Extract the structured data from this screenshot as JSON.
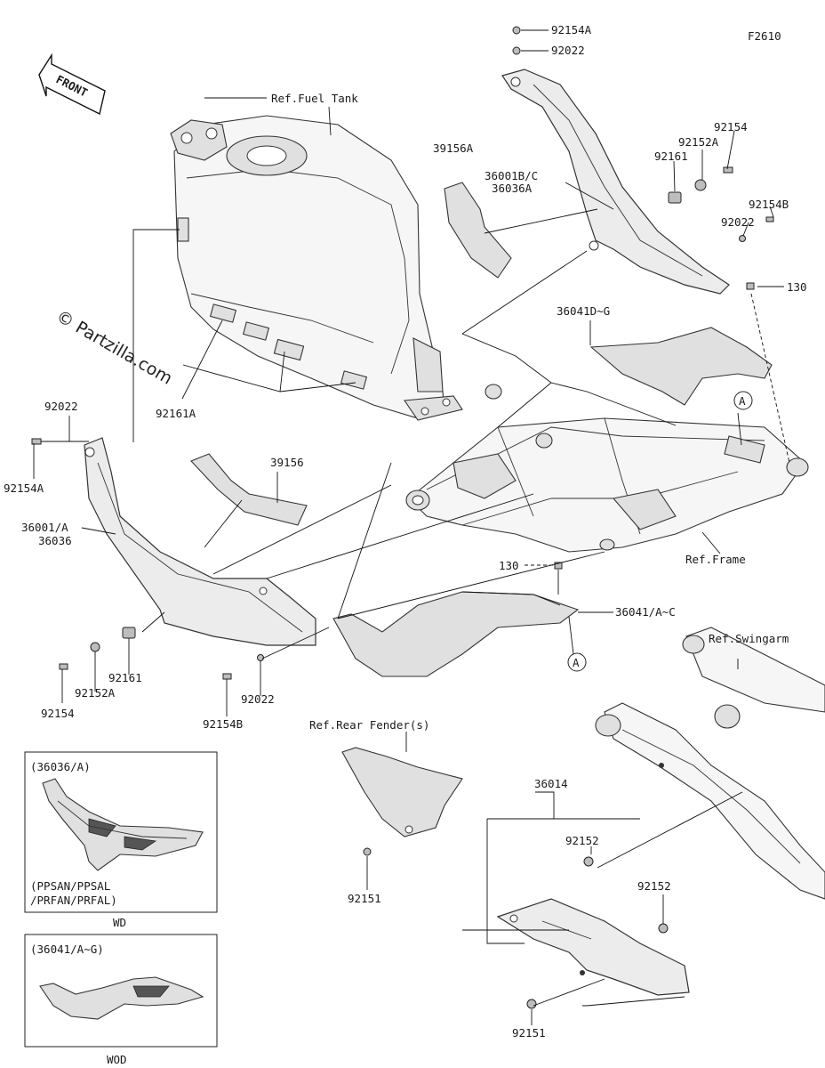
{
  "diagram_code": "F2610",
  "watermark": "© Partzilla.com",
  "front_arrow": "FRONT",
  "references": {
    "fuel_tank": "Ref.Fuel Tank",
    "frame": "Ref.Frame",
    "swingarm": "Ref.Swingarm",
    "rear_fender": "Ref.Rear Fender(s)"
  },
  "parts": {
    "p92154A_top": "92154A",
    "p92022_top": "92022",
    "p92154_right": "92154",
    "p92152A_right": "92152A",
    "p92161_right": "92161",
    "p39156A": "39156A",
    "p36001BC": "36001B/C",
    "p36036A": "36036A",
    "p92154B_right": "92154B",
    "p92022_right": "92022",
    "p130_right": "130",
    "p36041DG": "36041D~G",
    "callout_A_right": "A",
    "p92161A": "92161A",
    "p92022_left": "92022",
    "p92154A_left": "92154A",
    "p39156": "39156",
    "p36001A": "36001/A",
    "p36036": "36036",
    "p130_mid": "130",
    "p36041AC": "36041/A~C",
    "callout_A_mid": "A",
    "p92161_left": "92161",
    "p92152A_left": "92152A",
    "p92154_left": "92154",
    "p92154B_left": "92154B",
    "p92022_mid": "92022",
    "p36014": "36014",
    "p92152_a": "92152",
    "p92152_b": "92152",
    "p92151_left": "92151",
    "p92151_bottom": "92151"
  },
  "insets": {
    "inset1_title": "(36036/A)",
    "inset1_note1": "(PPSAN/PPSAL",
    "inset1_note2": "/PRFAN/PRFAL)",
    "inset1_caption": "WD",
    "inset2_title": "(36041/A~G)",
    "inset2_caption": "WOD"
  }
}
